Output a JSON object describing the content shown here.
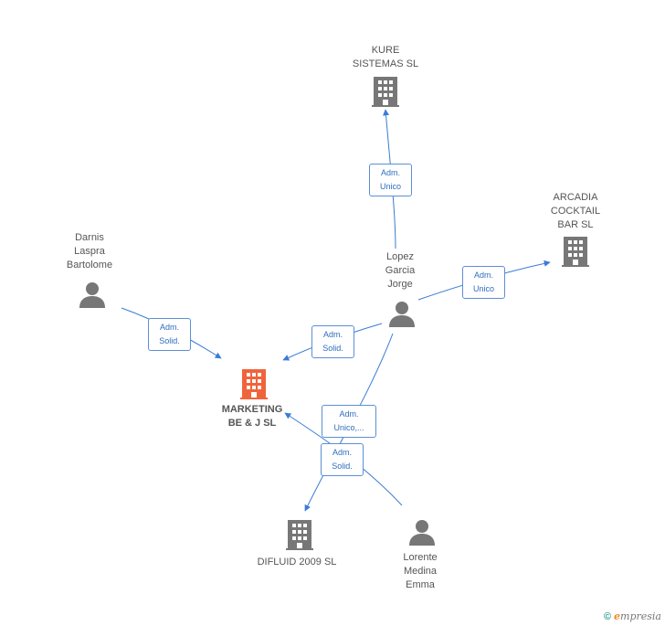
{
  "nodes": {
    "kure": {
      "label": "KURE\nSISTEMAS SL",
      "type": "company"
    },
    "arcadia": {
      "label": "ARCADIA\nCOCKTAIL\nBAR SL",
      "type": "company"
    },
    "darnis": {
      "label": "Darnis\nLaspra\nBartolome",
      "type": "person"
    },
    "lopez": {
      "label": "Lopez\nGarcia\nJorge",
      "type": "person"
    },
    "marketing": {
      "label": "MARKETING\nBE & J SL",
      "type": "company-main"
    },
    "difluid": {
      "label": "DIFLUID 2009 SL",
      "type": "company"
    },
    "lorente": {
      "label": "Lorente\nMedina\nEmma",
      "type": "person"
    }
  },
  "roles": {
    "lopez_kure": "Adm.\nUnico",
    "lopez_arcadia": "Adm.\nUnico",
    "darnis_marketing": "Adm.\nSolid.",
    "lopez_marketing": "Adm.\nSolid.",
    "lopez_difluid": "Adm.\nUnico,...",
    "lorente_marketing": "Adm.\nSolid."
  },
  "colors": {
    "edge": "#3a7bd5",
    "company_icon": "#777777",
    "main_icon": "#f0643c",
    "person_icon": "#777777"
  },
  "footer": {
    "copyright": "©",
    "brand_initial": "e",
    "brand_rest": "mpresia"
  }
}
